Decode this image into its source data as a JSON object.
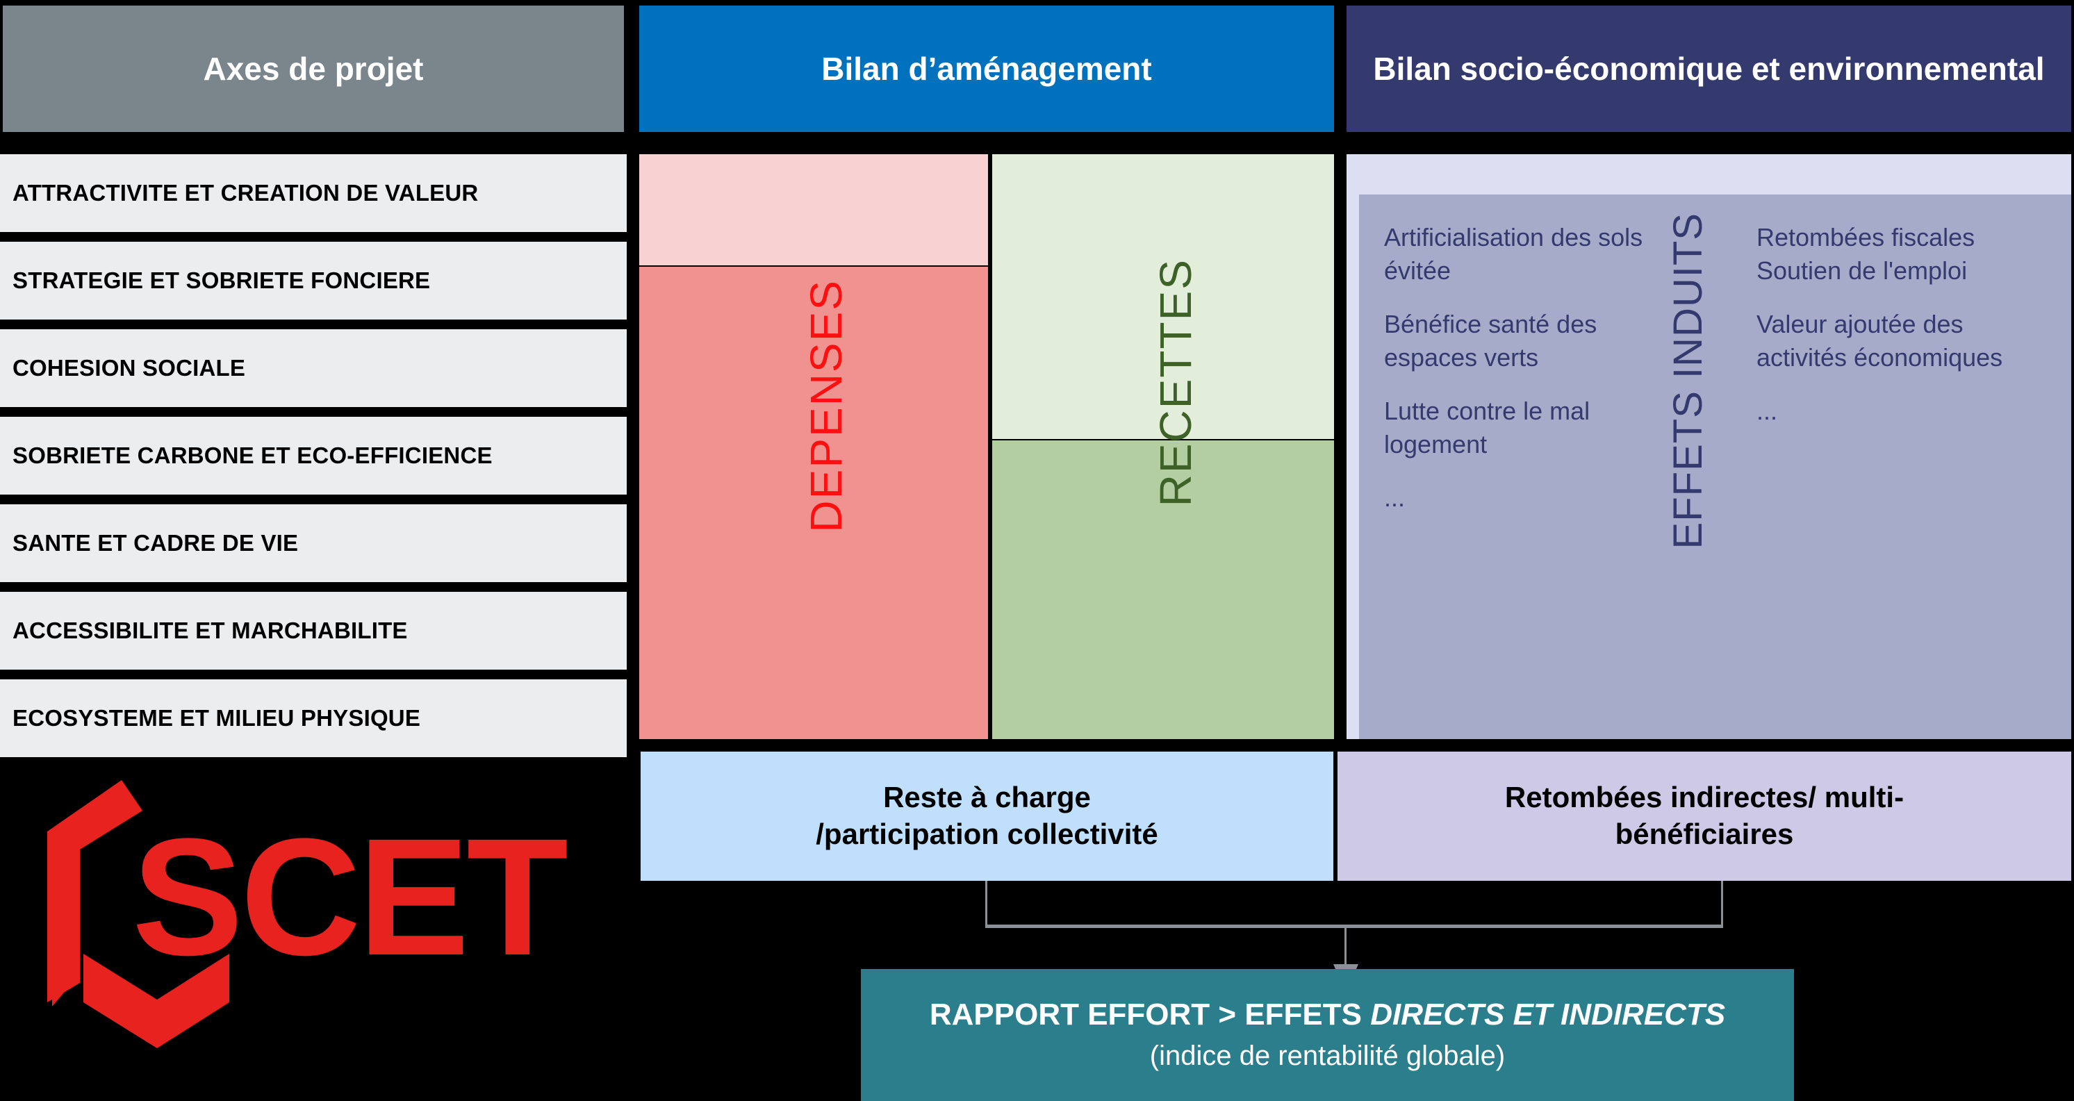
{
  "header": {
    "columns": [
      {
        "label": "Axes de projet",
        "color": "#7b868c"
      },
      {
        "label": "Bilan d’aménagement",
        "color": "#0071bc"
      },
      {
        "label": "Bilan socio-économique et environnemental",
        "color": "#343a6e"
      }
    ]
  },
  "axes": {
    "items": [
      {
        "label": "ATTRACTIVITE ET CREATION DE VALEUR"
      },
      {
        "label": "STRATEGIE ET SOBRIETE FONCIERE"
      },
      {
        "label": "COHESION SOCIALE"
      },
      {
        "label": "SOBRIETE CARBONE ET ECO-EFFICIENCE"
      },
      {
        "label": "SANTE ET CADRE DE VIE"
      },
      {
        "label": "ACCESSIBILITE ET MARCHABILITE"
      },
      {
        "label": "ECOSYSTEME ET MILIEU PHYSIQUE"
      }
    ]
  },
  "amenagement": {
    "depenses": {
      "label": "DEPENSES",
      "color": "#ff0f0f",
      "fill_light": "#f8d2d2",
      "fill_main": "#f0928f"
    },
    "recettes": {
      "label": "RECETTES",
      "color": "#3e6127",
      "fill_light": "#e2edda",
      "fill_main": "#b3cea0"
    }
  },
  "effets_induits": {
    "label": "EFFETS INDUITS",
    "color": "#343a6e",
    "fill_outer": "#dcdef1",
    "fill_inner": "#a7abca",
    "left_column": [
      "Artificialisation des sols évitée",
      "Bénéfice santé des espaces verts",
      "Lutte contre le mal logement",
      "..."
    ],
    "right_column": [
      "Retombées fiscales Soutien de l'emploi",
      "Valeur ajoutée des activités économiques",
      "..."
    ]
  },
  "bottom_boxes": [
    {
      "line1": "Reste à charge",
      "line2": "/participation collectivité",
      "color": "#bfdffc"
    },
    {
      "line1": "Retombées indirectes/ multi-",
      "line2": "bénéficiaires",
      "color": "#cdc9e6"
    }
  ],
  "result": {
    "title_bold": "RAPPORT EFFORT > EFFETS ",
    "title_italic": "DIRECTS ET INDIRECTS",
    "subtitle": "(indice de rentabilité globale)",
    "color": "#2b7e8b"
  },
  "logo": {
    "wordmark": "SCET",
    "color": "#e8221f"
  }
}
